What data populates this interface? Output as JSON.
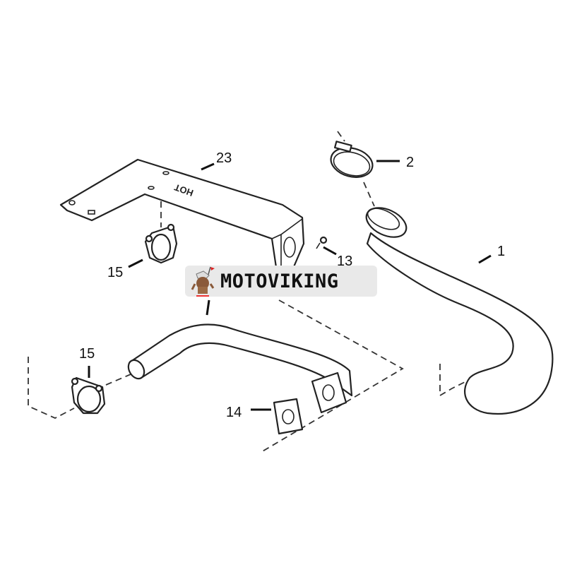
{
  "diagram": {
    "callouts": {
      "hose": "1",
      "hose_clamp": "2",
      "bolt": "13",
      "gasket": "14",
      "clamp_upper": "15",
      "clamp_lower": "15",
      "bracket": "23"
    },
    "bracket_stamp": "HOT"
  },
  "watermark": {
    "text": "MOTOVIKING",
    "background": "#e9e9e9"
  }
}
